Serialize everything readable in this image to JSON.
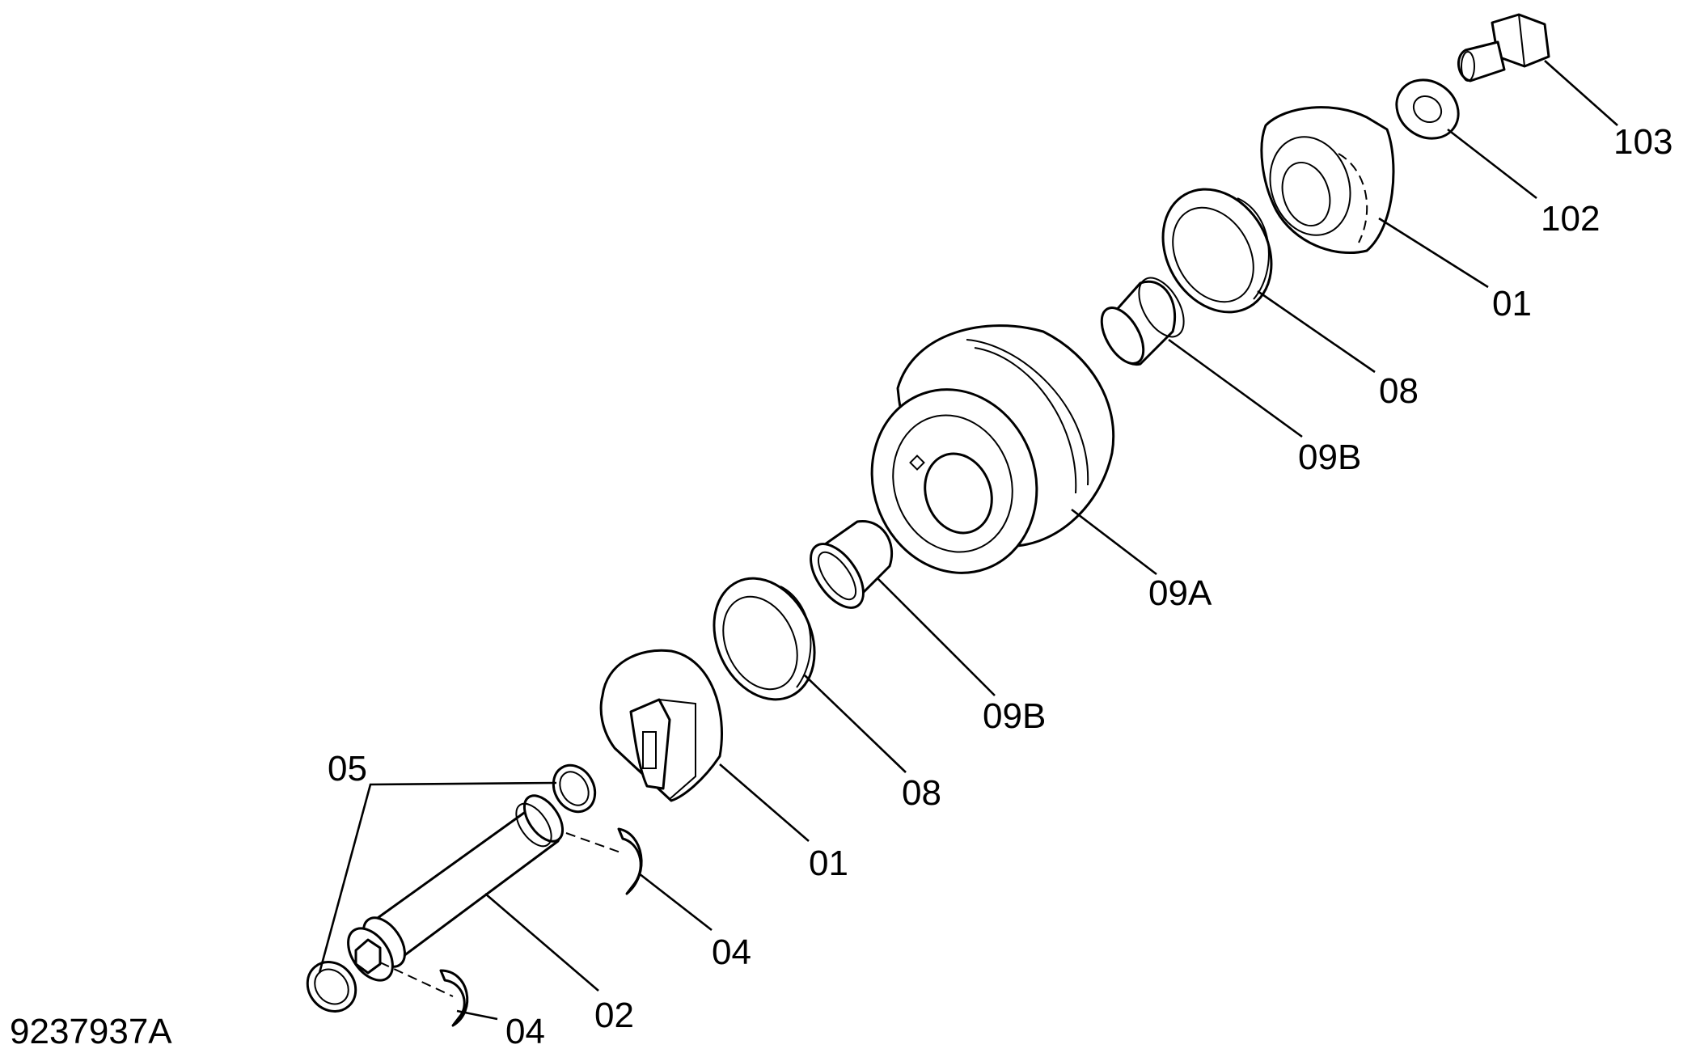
{
  "drawing_number": "9237937A",
  "callouts": {
    "c103": "103",
    "c102": "102",
    "c01_top": "01",
    "c08_top": "08",
    "c09b_top": "09B",
    "c09a": "09A",
    "c09b_mid": "09B",
    "c08_low": "08",
    "c01_low": "01",
    "c05": "05",
    "c04_right": "04",
    "c04_low": "04",
    "c02": "02"
  },
  "colors": {
    "line": "#000000",
    "background": "#ffffff"
  }
}
